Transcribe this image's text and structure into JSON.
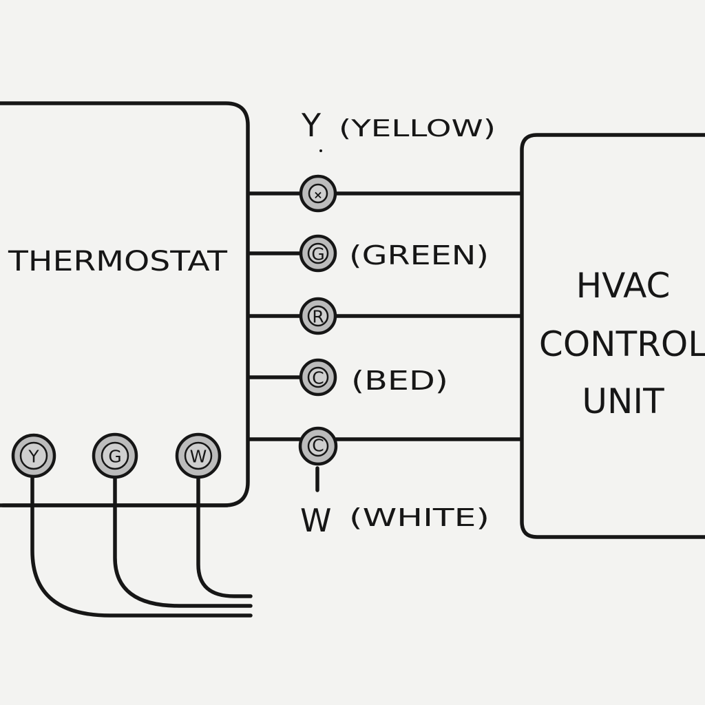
{
  "thermostat": {
    "title": "THERMOSTAT",
    "terminals": [
      {
        "letter": "Y"
      },
      {
        "letter": "G"
      },
      {
        "letter": "W"
      }
    ]
  },
  "hvac_unit": {
    "title_lines": [
      "HVAC",
      "CONTROL",
      "UNIT"
    ]
  },
  "wire_labels": {
    "yellow": {
      "letter": "Y",
      "text": "(YELLOW)"
    },
    "green": "(GREEN)",
    "bed": "(BED)",
    "white": {
      "letter": "W",
      "text": "(WHITE)"
    }
  },
  "connectors": [
    {
      "mark": "×"
    },
    {
      "mark": "G"
    },
    {
      "mark": "R"
    },
    {
      "mark": "C"
    },
    {
      "mark": "C"
    }
  ],
  "colors": {
    "ink": "#161616",
    "background": "#f3f3f1",
    "terminal_fill": "#bcbcbc"
  }
}
